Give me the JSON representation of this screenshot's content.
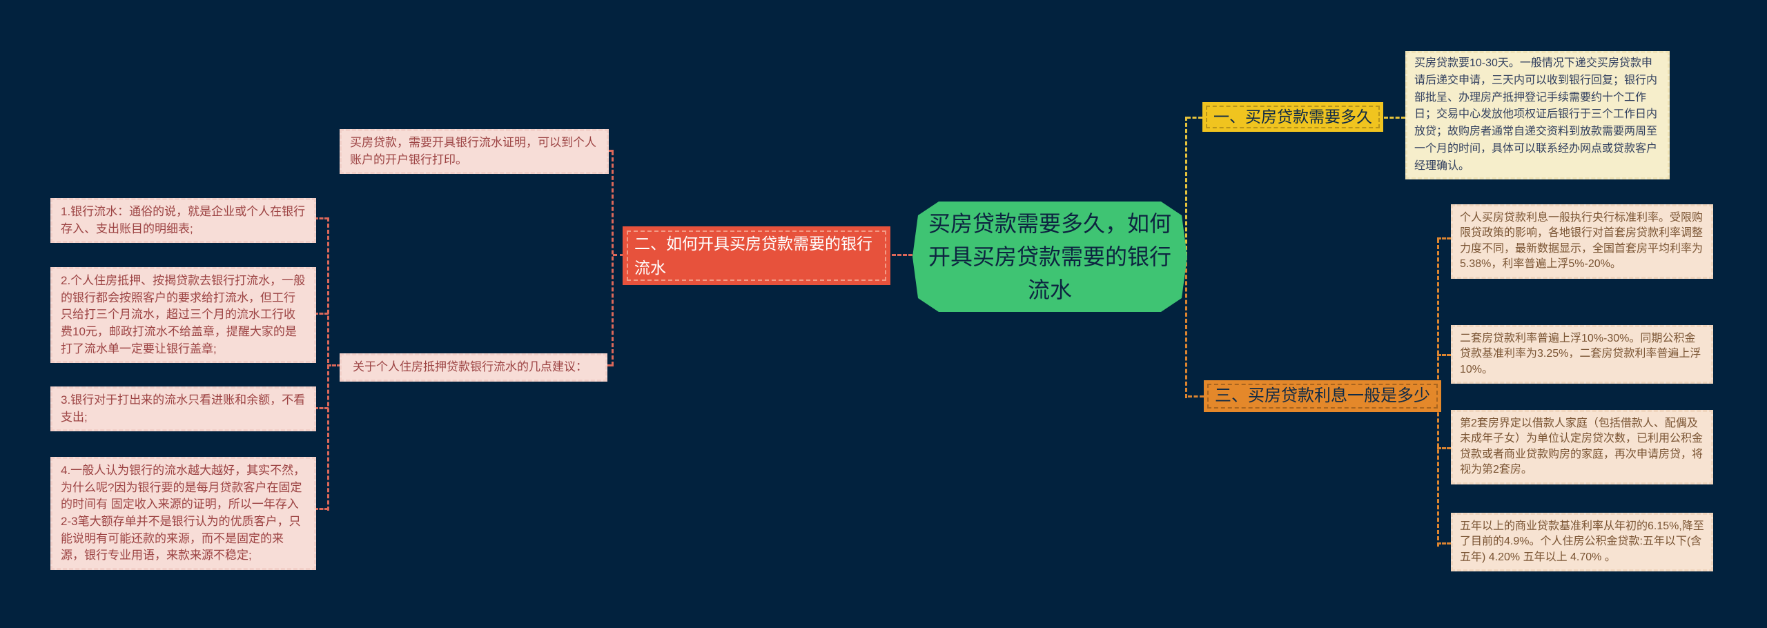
{
  "colors": {
    "background": "#02223E",
    "pink_note_bg": "#F7DDD7",
    "pink_note_text": "#9C4343",
    "red_topic_bg": "#E7523C",
    "green_center_bg": "#3FC473",
    "yellow_topic_bg": "#F0C41F",
    "orange_topic_bg": "#E4882A",
    "cream_note_bg": "#F6EECB",
    "peach_note_bg": "#F7E3D2",
    "peach_note_text": "#7A5433",
    "connector_salmon": "#DC685A",
    "connector_yellow": "#E6C33C",
    "connector_orange": "#DD8530"
  },
  "center": {
    "text": "买房贷款需要多久，如何开具买房贷款需要的银行流水"
  },
  "branch1": {
    "title": "一、买房贷款需要多久",
    "detail": "买房贷款要10-30天。一般情况下递交买房贷款申请后递交申请，三天内可以收到银行回复；银行内部批呈、办理房产抵押登记手续需要约十个工作日；交易中心发放他项权证后银行于三个工作日内放贷；故购房者通常自递交资料到放款需要两周至一个月的时间，具体可以联系经办网点或贷款客户经理确认。"
  },
  "branch2": {
    "title": "二、如何开具买房贷款需要的银行流水",
    "intro_note": "买房贷款，需要开具银行流水证明，可以到个人账户的开户银行打印。",
    "advice_label": "关于个人住房抵押贷款银行流水的几点建议：",
    "notes": [
      "1.银行流水：通俗的说，就是企业或个人在银行存入、支出账目的明细表;",
      "2.个人住房抵押、按揭贷款去银行打流水，一般的银行都会按照客户的要求给打流水，但工行只给打三个月流水，超过三个月的流水工行收费10元，邮政打流水不给盖章，提醒大家的是打了流水单一定要让银行盖章;",
      "3.银行对于打出来的流水只看进账和余额，不看支出;",
      "4.一般人认为银行的流水越大越好，其实不然，为什么呢?因为银行要的是每月贷款客户在固定的时间有 固定收入来源的证明，所以一年存入2-3笔大额存单并不是银行认为的优质客户，只能说明有可能还款的来源，而不是固定的来源，银行专业用语，来款来源不稳定;"
    ]
  },
  "branch3": {
    "title": "三、买房贷款利息一般是多少",
    "details": [
      "个人买房贷款利息一般执行央行标准利率。受限购限贷政策的影响，各地银行对首套房贷款利率调整力度不同，最新数据显示，全国首套房平均利率为5.38%，利率普遍上浮5%-20%。",
      "二套房贷款利率普遍上浮10%-30%。同期公积金贷款基准利率为3.25%，二套房贷款利率普遍上浮10%。",
      "第2套房界定以借款人家庭（包括借款人、配偶及未成年子女）为单位认定房贷次数，已利用公积金贷款或者商业贷款购房的家庭，再次申请房贷，将视为第2套房。",
      "五年以上的商业贷款基准利率从年初的6.15%,降至了目前的4.9%。个人住房公积金贷款:五年以下(含五年) 4.20% 五年以上 4.70% 。"
    ]
  }
}
